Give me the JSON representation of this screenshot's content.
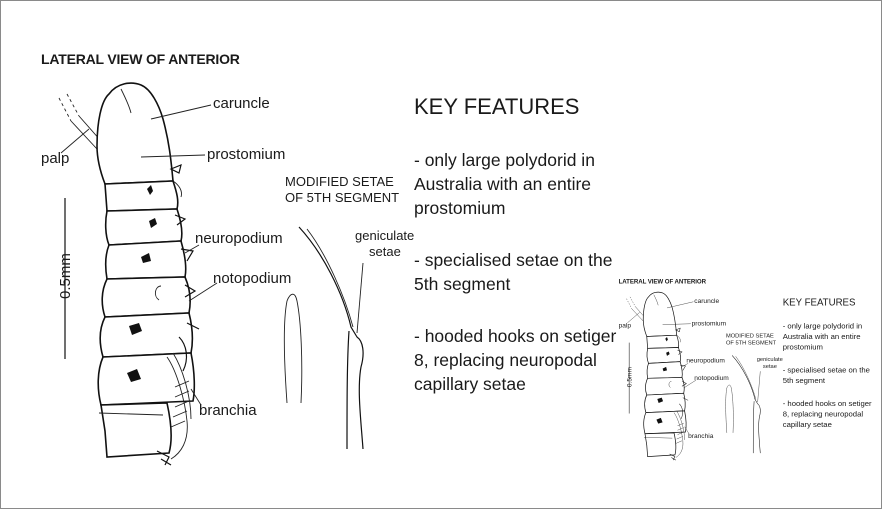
{
  "heading": "LATERAL VIEW OF ANTERIOR",
  "labels": {
    "caruncle": "caruncle",
    "prostomium": "prostomium",
    "palp": "palp",
    "neuropodium": "neuropodium",
    "notopodium": "notopodium",
    "branchia": "branchia",
    "scale": "0.5mm"
  },
  "setae_title": [
    "MODIFIED SETAE",
    "OF 5TH SEGMENT"
  ],
  "geniculate": [
    "geniculate",
    "setae"
  ],
  "key_features": {
    "title": "KEY FEATURES",
    "items": [
      [
        "- only large polydorid in",
        "Australia with an entire",
        "prostomium"
      ],
      [
        "- specialised setae on the",
        "5th segment"
      ],
      [
        "- hooded hooks on setiger",
        "8, replacing neuropodal",
        "capillary setae"
      ]
    ]
  }
}
